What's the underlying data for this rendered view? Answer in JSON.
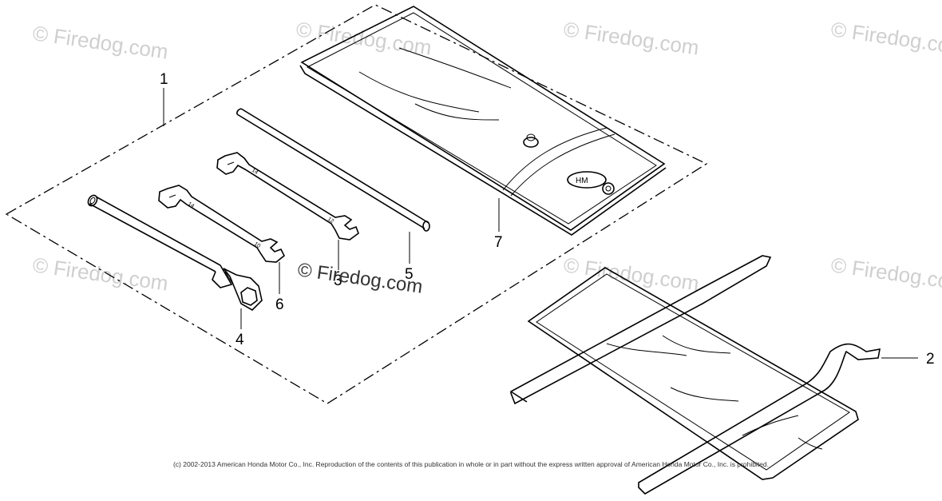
{
  "watermarks": {
    "site": "© Firedog.com",
    "center": "© Firedog.com"
  },
  "callouts": {
    "c1": "1",
    "c2": "2",
    "c3": "3",
    "c4": "4",
    "c5": "5",
    "c6": "6",
    "c7": "7"
  },
  "wrench_marks": {
    "w1_a": "14",
    "w1_b": "12",
    "w2_a": "14",
    "w2_b": "10"
  },
  "footer": {
    "copyright": "(c) 2002-2013 American Honda Motor Co., Inc. Reproduction of the contents of this publication in whole or in part without the express written approval of American Honda Motor Co., Inc. is prohibited."
  }
}
